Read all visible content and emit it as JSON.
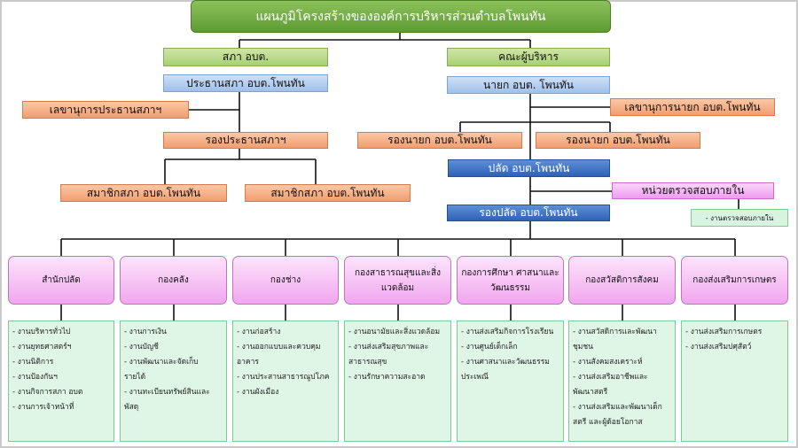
{
  "title": "แผนภูมิโครงสร้างขององค์การบริหารส่วนตำบลโพนทัน",
  "council": {
    "label": "สภา อบต.",
    "chair": "ประธานสภา อบต.โพนทัน",
    "secretary": "เลขานุการประธานสภาฯ",
    "vice_chair": "รองประธานสภาฯ",
    "members": [
      "สมาชิกสภา อบต.โพนทัน",
      "สมาชิกสภา อบต.โพนทัน"
    ]
  },
  "executive": {
    "label": "คณะผู้บริหาร",
    "mayor": "นายก อบต. โพนทัน",
    "secretary": "เลขานุการนายก อบต.โพนทัน",
    "deputies": [
      "รองนายก อบต.โพนทัน",
      "รองนายก อบต.โพนทัน"
    ],
    "clerk": "ปลัด อบต.โพนทัน",
    "audit": "หน่วยตรวจสอบภายใน",
    "audit_task": "- งานตรวจสอบภายใน",
    "deputy_clerk": "รองปลัด อบต.โพนทัน"
  },
  "departments": [
    {
      "name": "สำนักปลัด",
      "tasks": [
        "- งานบริหารทั่วไป",
        "- งานยุทธศาสตร์ฯ",
        "- งานนิติการ",
        "- งานป้องกันฯ",
        "- งานกิจการสภา อบต",
        "- งานการเจ้าหน้าที่"
      ]
    },
    {
      "name": "กองคลัง",
      "tasks": [
        "- งานการเงิน",
        "- งานบัญชี",
        "- งานพัฒนาและจัดเก็บ",
        "รายได้",
        "- งานทะเบียนทรัพย์สินและ",
        "พัสดุ"
      ]
    },
    {
      "name": "กองช่าง",
      "tasks": [
        "- งานก่อสร้าง",
        "- งานออกแบบและควบคุม",
        "อาคาร",
        "- งานประสานสาธารณูปโภค",
        "- งานผังเมือง"
      ]
    },
    {
      "name": "กองสาธารณสุขและสิ่งแวดล้อม",
      "tasks": [
        "- งานอนามัยและสิ่งแวดล้อม",
        "- งานส่งเสริมสุขภาพและ",
        "สาธารณสุข",
        "- งานรักษาความสะอาด"
      ]
    },
    {
      "name": "กองการศึกษา ศาสนาและวัฒนธรรม",
      "tasks": [
        "- งานส่งเสริมกิจการโรงเรียน",
        "- งานศูนย์เด็กเล็ก",
        "- งานศาสนาและวัฒนธรรม",
        "ประเพณี"
      ]
    },
    {
      "name": "กองสวัสดิการสังคม",
      "tasks": [
        "- งานสวัสดิการและพัฒนา",
        "ชุมชน",
        "- งานสังคมสงเคราะห์",
        "- งานส่งเสริมอาชีพและ",
        "พัฒนาสตรี",
        "- งานส่งเสริมและพัฒนาเด็ก",
        "สตรี และผู้ด้อยโอกาส"
      ]
    },
    {
      "name": "กองส่งเสริมการเกษตร",
      "tasks": [
        "- งานส่งเสริมการเกษตร",
        "- งานส่งเสริมปศุสัตว์"
      ]
    }
  ]
}
